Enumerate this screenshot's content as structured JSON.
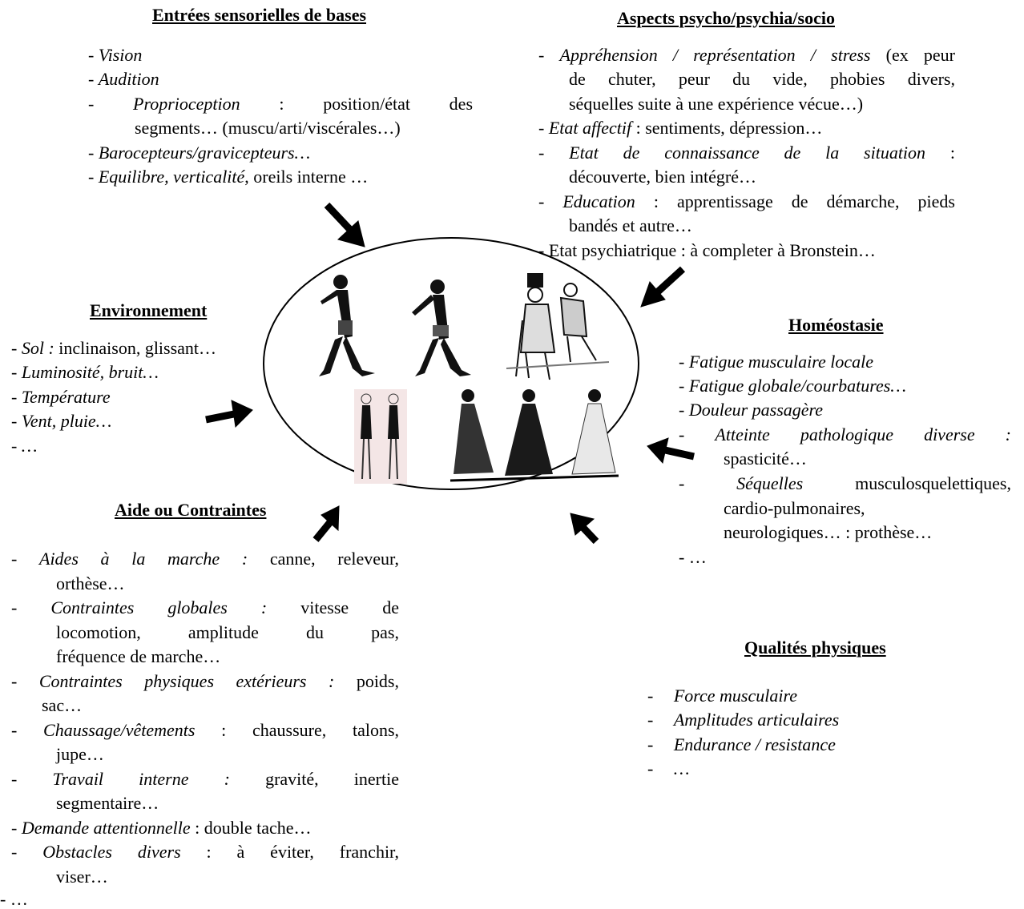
{
  "sections": {
    "entrees": {
      "title": "Entrées sensorielles de bases",
      "items": [
        {
          "dash": "- ",
          "em": "Vision",
          "rest": ""
        },
        {
          "dash": "- ",
          "em": "Audition",
          "rest": ""
        },
        {
          "dash": "- ",
          "em": "Proprioception",
          "rest": " : position/état des"
        },
        {
          "dash": "",
          "em": "",
          "rest": "segments… (muscu/arti/viscérales…)"
        },
        {
          "dash": "- ",
          "em": "Barocepteurs/gravicepteurs…",
          "rest": ""
        },
        {
          "dash": "- ",
          "em": "Equilibre, verticalité",
          "rest": ", oreils interne …"
        }
      ]
    },
    "aspects": {
      "title": "Aspects psycho/psychia/socio",
      "items": [
        {
          "dash": "- ",
          "em": "Appréhension / représentation / stress",
          "rest": " (ex peur"
        },
        {
          "dash": "",
          "em": "",
          "rest": "de chuter, peur du vide, phobies divers,"
        },
        {
          "dash": "",
          "em": "",
          "rest": "séquelles suite à une expérience vécue…)"
        },
        {
          "dash": "- ",
          "em": "Etat affectif",
          "rest": " : sentiments, dépression…"
        },
        {
          "dash": "- ",
          "em": "Etat de connaissance de la situation",
          "rest": " :"
        },
        {
          "dash": "",
          "em": "",
          "rest": "découverte, bien intégré…"
        },
        {
          "dash": "- ",
          "em": "Education",
          "rest": " : apprentissage de démarche, pieds"
        },
        {
          "dash": "",
          "em": "",
          "rest": "bandés et autre…"
        },
        {
          "dash": "- ",
          "em": "",
          "rest": "Etat psychiatrique : à completer à Bronstein…"
        }
      ]
    },
    "environnement": {
      "title": "Environnement",
      "items": [
        {
          "dash": "- ",
          "em": "Sol :",
          "rest": " inclinaison, glissant…"
        },
        {
          "dash": "- ",
          "em": "Luminosité, bruit…",
          "rest": ""
        },
        {
          "dash": "- ",
          "em": "Température",
          "rest": ""
        },
        {
          "dash": "- ",
          "em": "Vent, pluie…",
          "rest": ""
        },
        {
          "dash": "- ",
          "em": "…",
          "rest": ""
        }
      ]
    },
    "homeostasie": {
      "title": "Homéostasie",
      "items": [
        {
          "dash": "- ",
          "em": "Fatigue musculaire locale",
          "rest": ""
        },
        {
          "dash": "- ",
          "em": "Fatigue globale/courbatures…",
          "rest": ""
        },
        {
          "dash": "- ",
          "em": "Douleur passagère",
          "rest": ""
        },
        {
          "dash": "- ",
          "em": "Atteinte pathologique diverse :",
          "rest": ""
        },
        {
          "dash": "",
          "em": "",
          "rest": "spasticité…"
        },
        {
          "dash": "- ",
          "em": "Séquelles",
          "rest": " musculosquelettiques,"
        },
        {
          "dash": "",
          "em": "",
          "rest": "cardio-pulmonaires,"
        },
        {
          "dash": "",
          "em": "",
          "rest": "neurologiques… : prothèse…"
        },
        {
          "dash": "- ",
          "em": "",
          "rest": "…"
        }
      ]
    },
    "aide": {
      "title": "Aide ou Contraintes",
      "items": [
        {
          "dash": "- ",
          "em": "Aides à la marche :",
          "rest": " canne, releveur,"
        },
        {
          "dash": "",
          "em": "",
          "rest": "orthèse…"
        },
        {
          "dash": "- ",
          "em": "Contraintes globales :",
          "rest": " vitesse de"
        },
        {
          "dash": "",
          "em": "",
          "rest": "locomotion, amplitude du pas,"
        },
        {
          "dash": "",
          "em": "",
          "rest": "fréquence de marche…"
        },
        {
          "dash": "- ",
          "em": "Contraintes physiques extérieurs :",
          "rest": " poids,"
        },
        {
          "dash": "",
          "em": "",
          "rest": "sac…"
        },
        {
          "dash": "- ",
          "em": "Chaussage/vêtements",
          "rest": " : chaussure, talons,"
        },
        {
          "dash": "",
          "em": "",
          "rest": "jupe…"
        },
        {
          "dash": "- ",
          "em": "Travail interne :",
          "rest": " gravité, inertie"
        },
        {
          "dash": "",
          "em": "",
          "rest": "segmentaire…"
        },
        {
          "dash": "- ",
          "em": "Demande attentionnelle",
          "rest": " : double tache…"
        },
        {
          "dash": "- ",
          "em": "Obstacles divers",
          "rest": " : à éviter, franchir,"
        },
        {
          "dash": "",
          "em": "",
          "rest": "viser…"
        },
        {
          "dash": "- ",
          "em": "",
          "rest": "…"
        }
      ]
    },
    "qualites": {
      "title": "Qualités physiques",
      "items": [
        {
          "dash": "- ",
          "em": "Force musculaire",
          "rest": ""
        },
        {
          "dash": "- ",
          "em": "Amplitudes articulaires",
          "rest": ""
        },
        {
          "dash": "- ",
          "em": "Endurance / resistance",
          "rest": ""
        },
        {
          "dash": "- ",
          "em": "…",
          "rest": ""
        }
      ]
    }
  },
  "center": {
    "illustrations": [
      "walking-man-1",
      "walking-man-2",
      "elderly-men-caricature",
      "posture-silhouettes",
      "robed-walkers"
    ]
  }
}
